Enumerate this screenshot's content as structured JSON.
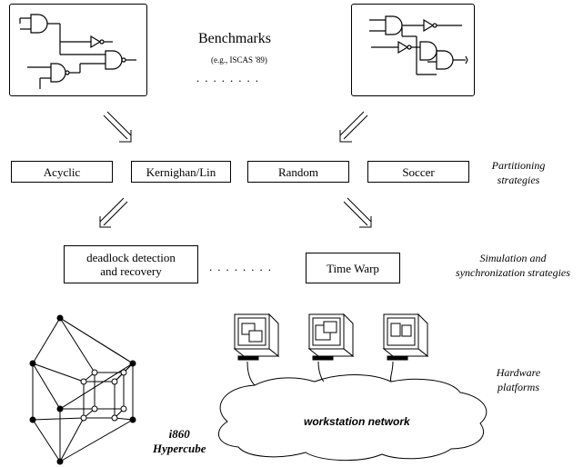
{
  "benchmarks": {
    "title": "Benchmarks",
    "subtitle": "(e.g., ISCAS '89)",
    "dots": "........"
  },
  "partitioning": {
    "boxes": [
      "Acyclic",
      "Kernighan/Lin",
      "Random",
      "Soccer"
    ],
    "side_label_line1": "Partitioning",
    "side_label_line2": "strategies"
  },
  "simulation": {
    "deadlock_line1": "deadlock detection",
    "deadlock_line2": "and recovery",
    "dots": "........",
    "timewarp": "Time Warp",
    "side_label_line1": "Simulation and",
    "side_label_line2": "synchronization strategies"
  },
  "hardware": {
    "network_label": "workstation network",
    "hypercube_line1": "i860",
    "hypercube_line2": "Hypercube",
    "side_label_line1": "Hardware",
    "side_label_line2": "platforms"
  }
}
